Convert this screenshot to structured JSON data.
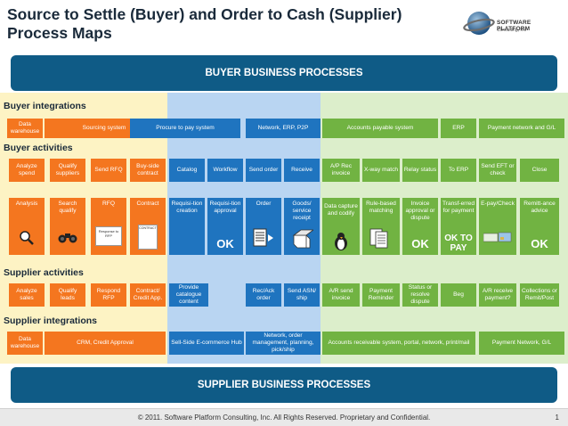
{
  "title_line1": "Source to Settle (Buyer) and Order to Cash (Supplier)",
  "title_line2": "Process Maps",
  "logo": {
    "name": "SOFTWARE PLATFORM",
    "sub": "Consulting, Inc"
  },
  "banner_top": "BUYER BUSINESS PROCESSES",
  "banner_bottom": "SUPPLIER BUSINESS PROCESSES",
  "sections": {
    "buyer_integrations": "Buyer integrations",
    "buyer_activities": "Buyer activities",
    "supplier_activities": "Supplier activities",
    "supplier_integrations": "Supplier integrations"
  },
  "buyer_integrations": [
    "Data warehouse",
    "Sourcing system",
    "Procure to pay system",
    "Network, ERP, P2P",
    "Accounts payable system",
    "ERP",
    "Payment network and G/L"
  ],
  "buyer_activities": [
    "Analyze spend",
    "Qualify suppliers",
    "Send RFQ",
    "Buy-side contract",
    "Catalog",
    "Workflow",
    "Send order",
    "Receive",
    "A/P Rec invoice",
    "X-way match",
    "Relay status",
    "To ERP",
    "Send EFT or check",
    "Close"
  ],
  "details": [
    "Analysis",
    "Search qualify",
    "RFQ",
    "Contract",
    "Requisi-tion creation",
    "Requisi-tion approval",
    "Order",
    "Goods/ service receipt",
    "Data capture and codify",
    "Rule-based matching",
    "Invoice approval or dispute",
    "Transf-erred for payment",
    "E-pay/Check",
    "Remitt-ance advice"
  ],
  "ok_label": "OK",
  "ok_to_pay": "OK TO PAY",
  "rfq_doc": "Response to RFP",
  "contract_doc": "CONTRACT",
  "supplier_activities": [
    "Analyze sales",
    "Qualify leads",
    "Respond RFP",
    "Contract/ Credit App.",
    "Provide catalogue content",
    "Rec/Ack order",
    "Send ASN/ ship",
    "A/R send invoice",
    "Payment Reminder",
    "Status or resolve dispute",
    "Beg",
    "A/R receive payment?",
    "Collections or Remit/Post"
  ],
  "supplier_integrations": [
    "Data warehouse",
    "CRM, Credit Approval",
    "Sell-Side E-commerce Hub",
    "Network, order management, planning, pick/ship",
    "Accounts receivable system, portal, network, print/mail",
    "Payment Network, G/L"
  ],
  "footer": "© 2011. Software Platform Consulting, Inc. All Rights Reserved.  Proprietary and Confidential.",
  "page_number": "1",
  "colors": {
    "orange": "#f4761f",
    "blue": "#1f74bf",
    "green": "#71b342",
    "banner": "#0f5b86"
  }
}
